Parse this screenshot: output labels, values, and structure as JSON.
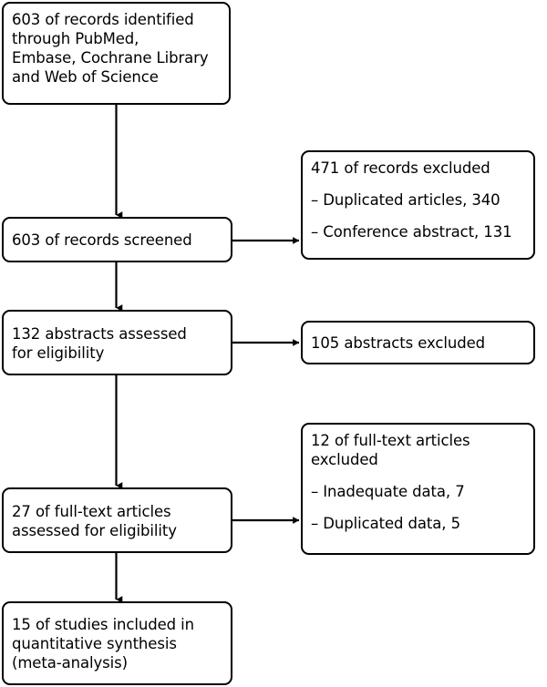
{
  "diagram": {
    "type": "prisma-flow-diagram",
    "title": "PRISMA study selection flow diagram",
    "stroke_color": "#000000",
    "background_color": "#ffffff",
    "boxes": {
      "identified": {
        "name": "records-identified",
        "lines": [
          "603 of records identified",
          "through PubMed,",
          "Embase, Cochrane Library",
          "and Web of Science"
        ]
      },
      "screened": {
        "name": "records-screened",
        "lines": [
          "603 of records screened"
        ]
      },
      "excluded_records": {
        "name": "records-excluded",
        "lines": [
          "471 of records excluded",
          "– Duplicated articles, 340",
          "– Conference abstract, 131"
        ]
      },
      "abstracts_assessed": {
        "name": "abstracts-assessed",
        "lines": [
          "132 abstracts assessed",
          "for eligibility"
        ]
      },
      "excluded_abstracts": {
        "name": "abstracts-excluded",
        "lines": [
          "105 abstracts excluded"
        ]
      },
      "fulltext_assessed": {
        "name": "full-text-assessed",
        "lines": [
          "27 of full-text articles",
          "assessed for eligibility"
        ]
      },
      "excluded_fulltext": {
        "name": "full-text-excluded",
        "lines": [
          "12 of full-text articles",
          "excluded",
          "– Inadequate data, 7",
          "– Duplicated data, 5"
        ]
      },
      "included": {
        "name": "studies-included",
        "lines": [
          "15 of studies included in",
          "quantitative synthesis",
          "(meta-analysis)"
        ]
      }
    }
  },
  "chart_data": {
    "type": "diagram",
    "title": "PRISMA study selection flow diagram",
    "nodes": [
      {
        "id": "identified",
        "label": "603 of records identified through PubMed, Embase, Cochrane Library and Web of Science",
        "count": 603,
        "column": "left"
      },
      {
        "id": "screened",
        "label": "603 of records screened",
        "count": 603,
        "column": "left"
      },
      {
        "id": "excluded_records",
        "label": "471 of records excluded",
        "count": 471,
        "column": "right",
        "reasons": [
          {
            "label": "Duplicated articles",
            "count": 340
          },
          {
            "label": "Conference abstract",
            "count": 131
          }
        ]
      },
      {
        "id": "abstracts_assessed",
        "label": "132 abstracts assessed for eligibility",
        "count": 132,
        "column": "left"
      },
      {
        "id": "excluded_abstracts",
        "label": "105 abstracts excluded",
        "count": 105,
        "column": "right"
      },
      {
        "id": "fulltext_assessed",
        "label": "27 of full-text articles assessed for eligibility",
        "count": 27,
        "column": "left"
      },
      {
        "id": "excluded_fulltext",
        "label": "12 of full-text articles excluded",
        "count": 12,
        "column": "right",
        "reasons": [
          {
            "label": "Inadequate data",
            "count": 7
          },
          {
            "label": "Duplicated data",
            "count": 5
          }
        ]
      },
      {
        "id": "included",
        "label": "15 of studies included in quantitative synthesis (meta-analysis)",
        "count": 15,
        "column": "left"
      }
    ],
    "edges": [
      {
        "from": "identified",
        "to": "screened",
        "direction": "down"
      },
      {
        "from": "screened",
        "to": "excluded_records",
        "direction": "right"
      },
      {
        "from": "screened",
        "to": "abstracts_assessed",
        "direction": "down"
      },
      {
        "from": "abstracts_assessed",
        "to": "excluded_abstracts",
        "direction": "right"
      },
      {
        "from": "abstracts_assessed",
        "to": "fulltext_assessed",
        "direction": "down"
      },
      {
        "from": "fulltext_assessed",
        "to": "excluded_fulltext",
        "direction": "right"
      },
      {
        "from": "fulltext_assessed",
        "to": "included",
        "direction": "down"
      }
    ]
  }
}
